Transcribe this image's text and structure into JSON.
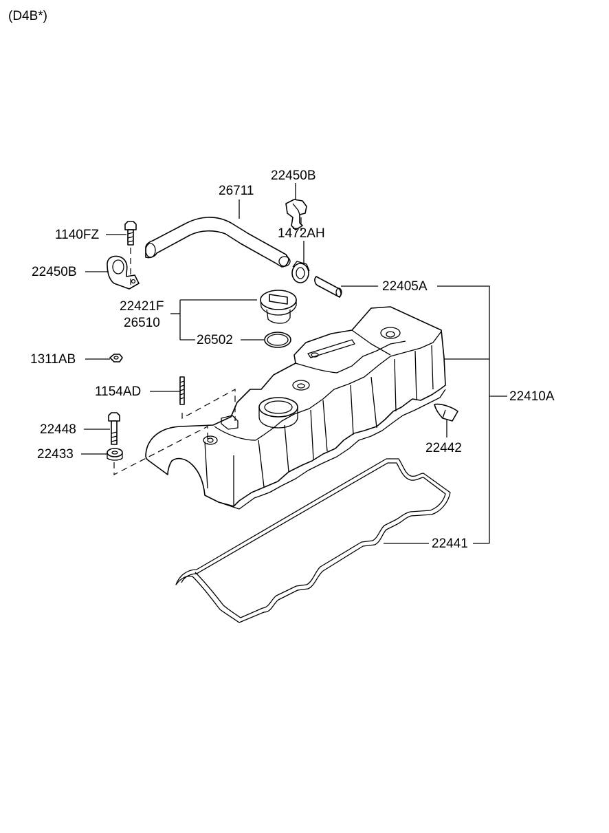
{
  "header": {
    "variant": "(D4B*)"
  },
  "callouts": {
    "c_22450B_top": "22450B",
    "c_26711": "26711",
    "c_1140FZ": "1140FZ",
    "c_1472AH": "1472AH",
    "c_22450B_left": "22450B",
    "c_22405A": "22405A",
    "c_22421F": "22421F",
    "c_26510": "26510",
    "c_26502": "26502",
    "c_1311AB": "1311AB",
    "c_1154AD": "1154AD",
    "c_22410A": "22410A",
    "c_22448": "22448",
    "c_22442": "22442",
    "c_22433": "22433",
    "c_22441": "22441"
  }
}
